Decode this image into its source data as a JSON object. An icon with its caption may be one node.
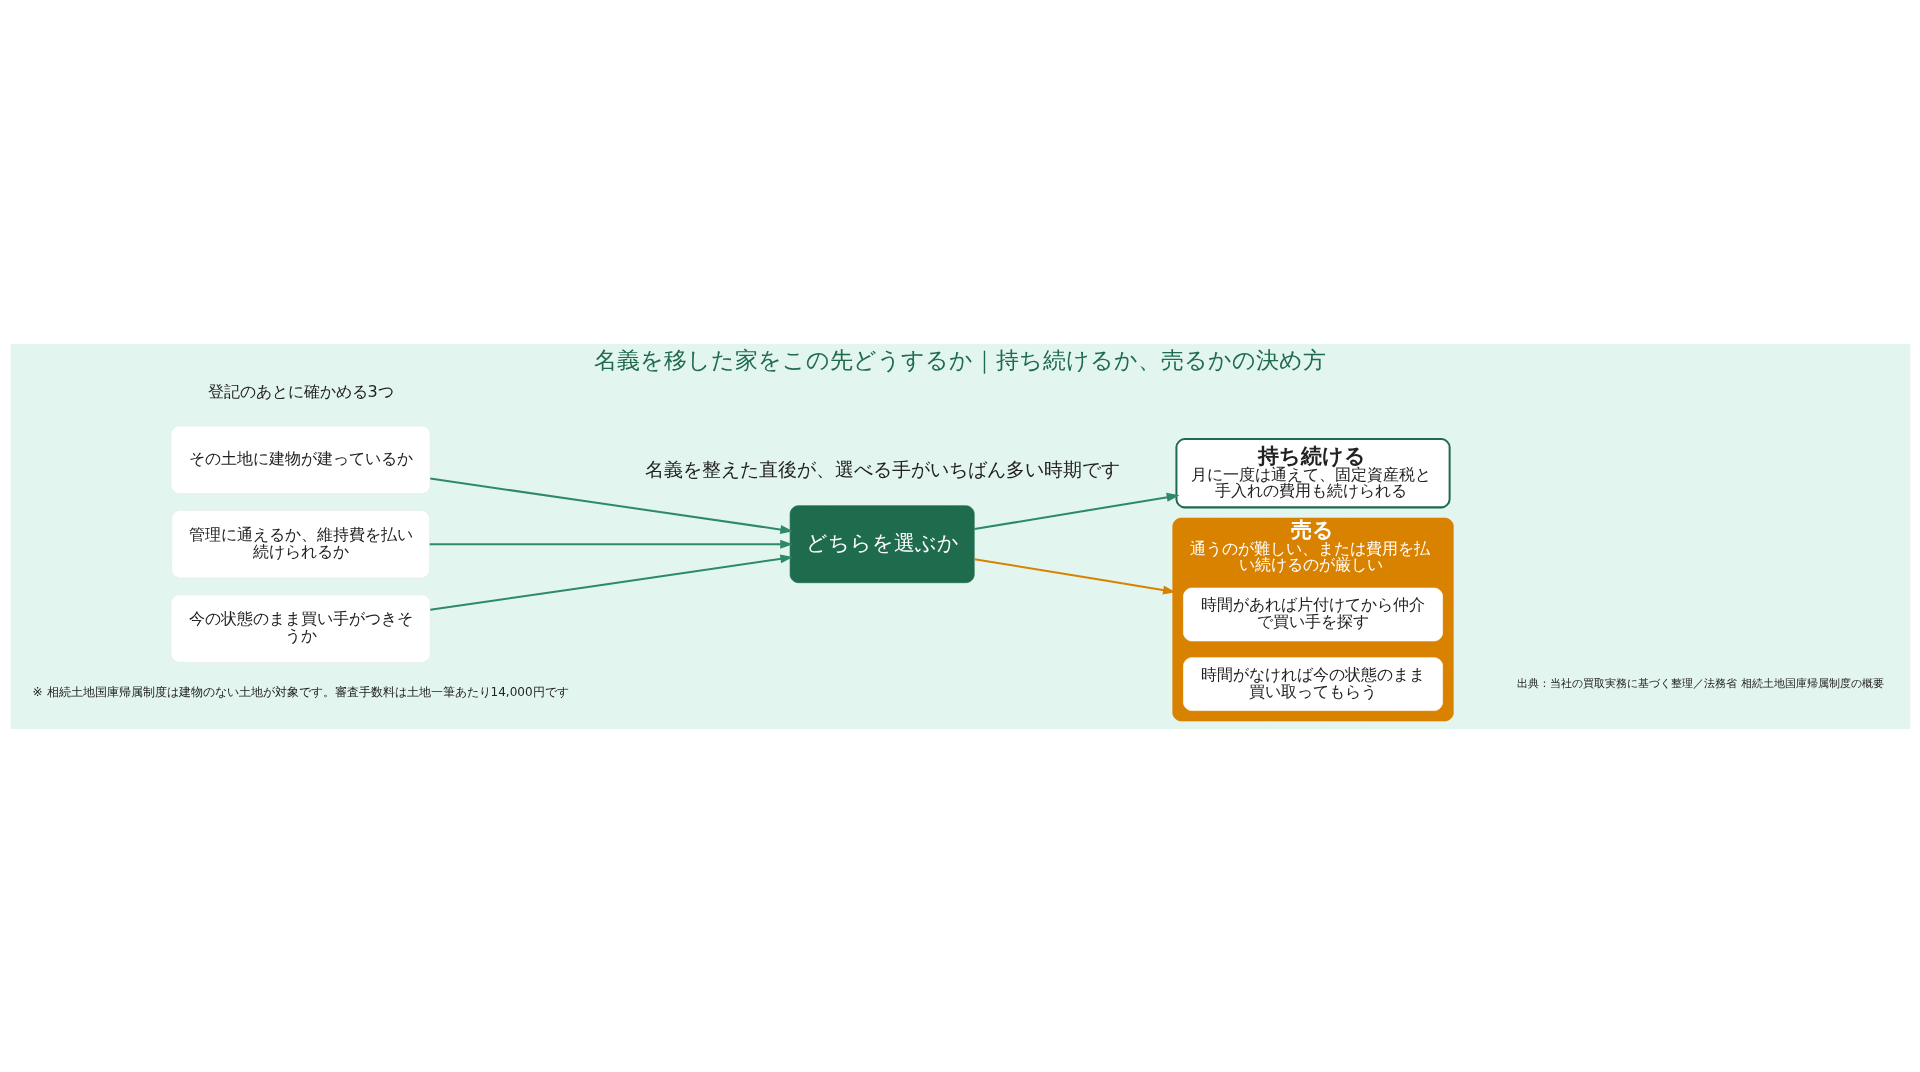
{
  "diagram": {
    "title": "名義を移した家をこの先どうするか｜持ち続けるか、売るかの決め方",
    "nodes": [
      {
        "text": [
          "その土地に建物が建っているか"
        ]
      },
      {
        "text": [
          "管理に通えるか、維持費を払い続けられるか"
        ]
      },
      {
        "text": [
          "今の状態のまま買い手がつきそうか"
        ]
      },
      {
        "text": [
          "どちらを選ぶか"
        ]
      },
      {
        "text": [
          "持ち続ける",
          "月に一度は通えて、固定資産税と手入れの費用も続けられる"
        ]
      },
      {
        "text": [
          "売る",
          "通うのが難しい、または費用を払い続けるのが厳しい"
        ]
      },
      {
        "text": [
          "時間があれば片付けてから仲介で買い手を探す"
        ],
        "in": 5
      },
      {
        "text": [
          "時間がなければ今の状態のまま買い取ってもらう"
        ],
        "in": 5
      }
    ],
    "edges": [
      {
        "from": 0,
        "to": 3,
        "arrow": "to"
      },
      {
        "from": 1,
        "to": 3,
        "arrow": "to"
      },
      {
        "from": 2,
        "to": 3,
        "arrow": "to"
      },
      {
        "from": 3,
        "to": 4,
        "arrow": "to"
      },
      {
        "from": 3,
        "to": 5,
        "arrow": "to",
        "color": "#d98200"
      }
    ],
    "labels": [
      "名義を整えた直後が、選べる手がいちばん多い時期です",
      "登記のあとに確かめる3つ",
      "※ 相続土地国庫帰属制度は建物のない土地が対象です。審査手数料は土地一筆あたり14,000円です",
      "出典：当社の買取実務に基づく整理／法務省 相続土地国庫帰属制度の概要"
    ]
  }
}
